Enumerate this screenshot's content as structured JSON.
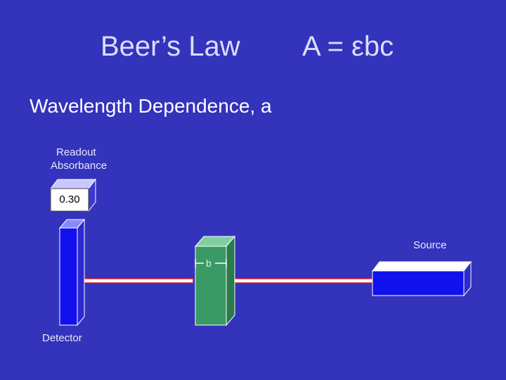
{
  "title": {
    "left": "Beer’s Law",
    "right": "A = εbc"
  },
  "subtitle": "Wavelength Dependence, a",
  "readout": {
    "label_line1": "Readout",
    "label_line2": "Absorbance",
    "value": "0.30"
  },
  "labels": {
    "source": "Source",
    "path_length": "b",
    "detector": "Detector"
  },
  "colors": {
    "background": "#3333bb",
    "detector": "#1111ee",
    "source": "#1111ee",
    "cell": "#3a9a66",
    "beam": "#cc2233"
  }
}
